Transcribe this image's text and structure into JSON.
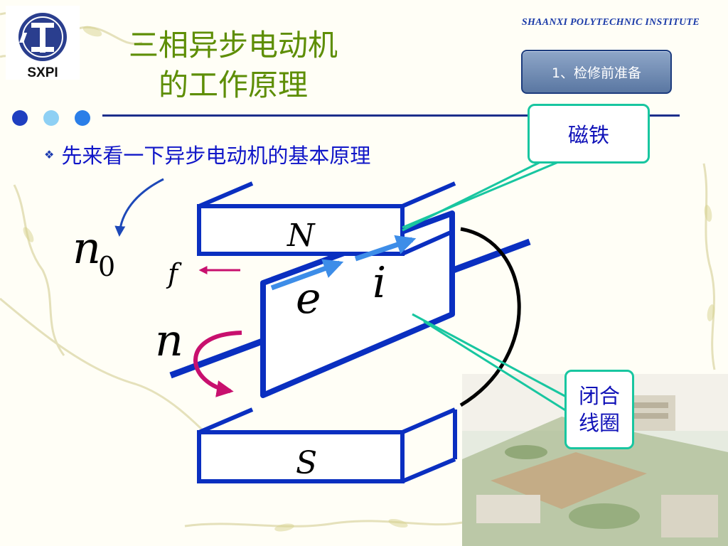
{
  "header": {
    "institute": "SHAANXI  POLYTECHNIC  INSTITUTE",
    "logo_text": "SXPI",
    "title_line1": "三相异步电动机",
    "title_line2": "的工作原理",
    "section_label": "1、检修前准备"
  },
  "content": {
    "bullet": "先来看一下异步电动机的基本原理"
  },
  "diagram": {
    "pole_north": "N",
    "pole_south": "S",
    "label_n0": "n",
    "label_n0_sub": "0",
    "label_f": "f",
    "label_n": "n",
    "label_e": "e",
    "label_i": "i",
    "callout_magnet": "磁铁",
    "callout_coil_line1": "闭合",
    "callout_coil_line2": "线圈"
  },
  "colors": {
    "title": "#5e8e06",
    "frame_blue": "#0a2fc0",
    "callout_border": "#18c6a0",
    "arrow_current": "#3d8de8",
    "arrow_rotation": "#c8106e",
    "arrow_field": "#1d48b8"
  }
}
